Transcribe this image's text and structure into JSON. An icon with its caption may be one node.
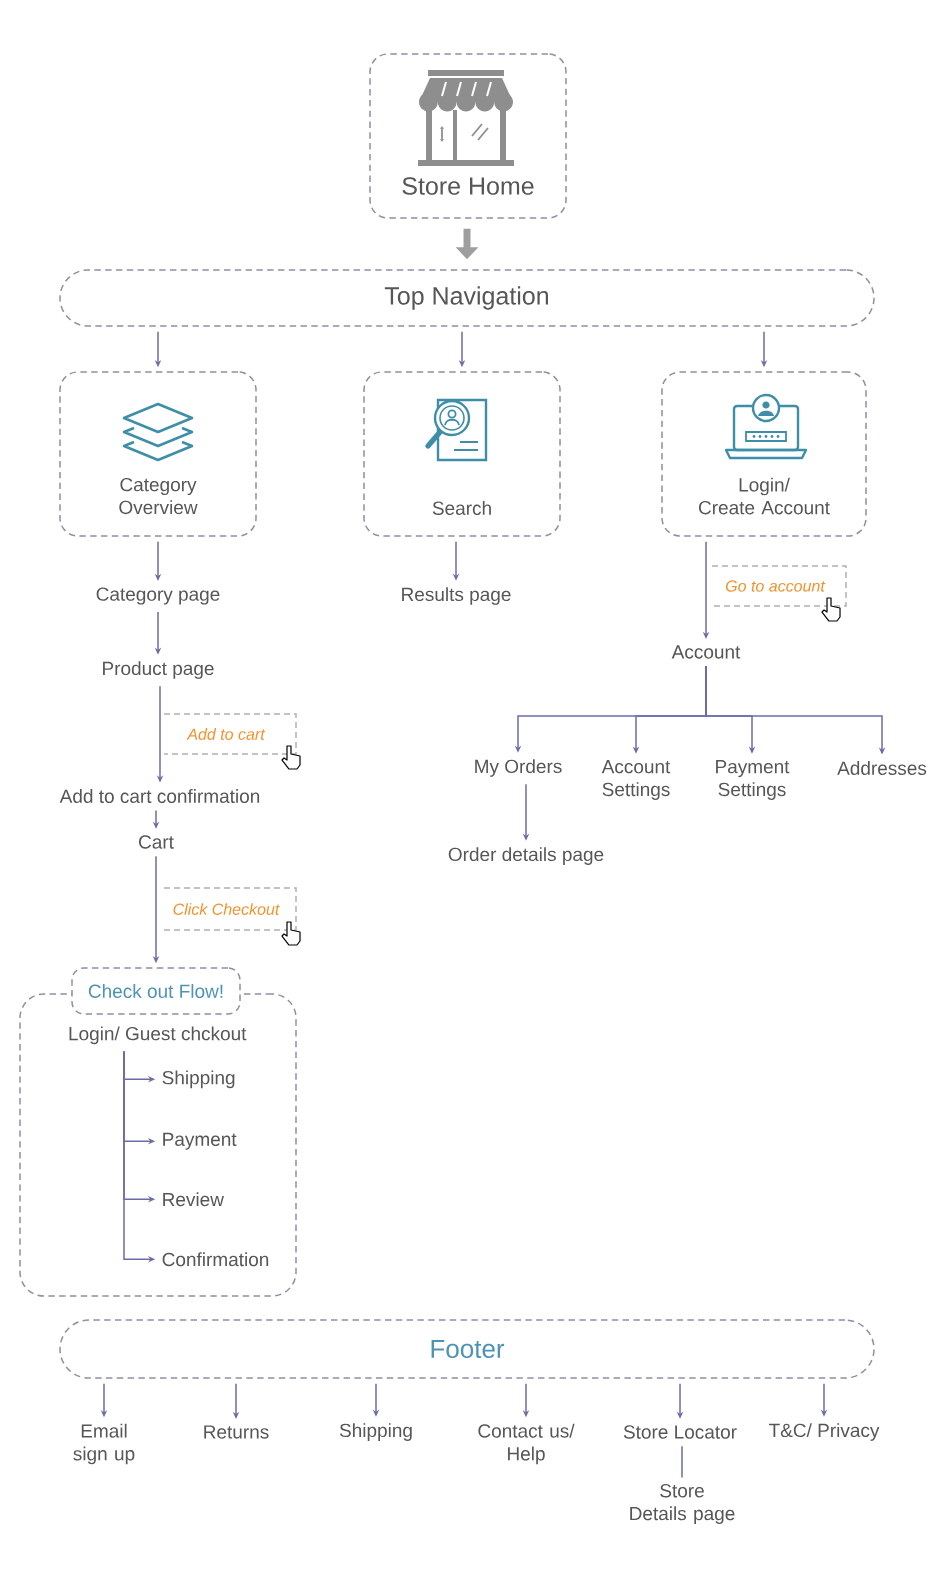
{
  "diagram": {
    "nodes": [
      {
        "text": [
          "Store Home"
        ]
      },
      {
        "text": [
          "Top Navigation"
        ]
      },
      {
        "text": [
          "Category Overview"
        ]
      },
      {
        "text": [
          "Search"
        ]
      },
      {
        "text": [
          "Login/ Create Account"
        ]
      },
      {
        "text": [
          "Category page"
        ]
      },
      {
        "text": [
          "Results page"
        ]
      },
      {
        "text": [
          "Go to account"
        ]
      },
      {
        "text": [
          "Product page"
        ]
      },
      {
        "text": [
          "Account"
        ]
      },
      {
        "text": [
          "Add to cart"
        ]
      },
      {
        "text": [
          "My Orders"
        ]
      },
      {
        "text": [
          "Account Settings"
        ]
      },
      {
        "text": [
          "Payment Settings"
        ]
      },
      {
        "text": [
          "Addresses"
        ]
      },
      {
        "text": [
          "Add to cart confirmation"
        ]
      },
      {
        "text": [
          "Order details page"
        ]
      },
      {
        "text": [
          "Cart"
        ]
      },
      {
        "text": [
          "Click Checkout"
        ]
      },
      {
        "text": [
          "Check out Flow!"
        ]
      },
      {
        "text": [
          "Login/ Guest chckout"
        ],
        "in": 19
      },
      {
        "text": [
          "Shipping"
        ],
        "in": 19
      },
      {
        "text": [
          "Payment"
        ],
        "in": 19
      },
      {
        "text": [
          "Review"
        ],
        "in": 19
      },
      {
        "text": [
          "Confirmation"
        ],
        "in": 19
      },
      {
        "text": [
          "Footer"
        ]
      },
      {
        "text": [
          "Email sign up"
        ]
      },
      {
        "text": [
          "Returns"
        ]
      },
      {
        "text": [
          "Shipping"
        ]
      },
      {
        "text": [
          "Contact us/ Help"
        ]
      },
      {
        "text": [
          "Store Locator"
        ]
      },
      {
        "text": [
          "T&C/ Privacy"
        ]
      },
      {
        "text": [
          "Store Details page"
        ]
      }
    ],
    "edges": [
      {
        "from": 0,
        "to": 1,
        "arrow": "to",
        "style": "thick",
        "color": "#9e9e9e"
      },
      {
        "from": 1,
        "to": 2,
        "arrow": "to"
      },
      {
        "from": 1,
        "to": 3,
        "arrow": "to"
      },
      {
        "from": 1,
        "to": 4,
        "arrow": "to"
      },
      {
        "from": 2,
        "to": 5,
        "arrow": "to"
      },
      {
        "from": 3,
        "to": 6,
        "arrow": "to"
      },
      {
        "from": 4,
        "to": 9,
        "arrow": "to"
      },
      {
        "from": 5,
        "to": 8,
        "arrow": "to"
      },
      {
        "from": 8,
        "to": 15,
        "arrow": "to"
      },
      {
        "from": 15,
        "to": 17,
        "arrow": "to"
      },
      {
        "from": 17,
        "to": 19,
        "arrow": "to"
      },
      {
        "from": 9,
        "to": 11,
        "arrow": "to"
      },
      {
        "from": 9,
        "to": 12,
        "arrow": "to"
      },
      {
        "from": 9,
        "to": 13,
        "arrow": "to"
      },
      {
        "from": 9,
        "to": 14,
        "arrow": "to"
      },
      {
        "from": 11,
        "to": 16,
        "arrow": "to"
      },
      {
        "from": 20,
        "to": 21,
        "arrow": "to"
      },
      {
        "from": 20,
        "to": 22,
        "arrow": "to"
      },
      {
        "from": 20,
        "to": 23,
        "arrow": "to"
      },
      {
        "from": 20,
        "to": 24,
        "arrow": "to"
      },
      {
        "from": 25,
        "to": 26,
        "arrow": "to"
      },
      {
        "from": 25,
        "to": 27,
        "arrow": "to"
      },
      {
        "from": 25,
        "to": 28,
        "arrow": "to"
      },
      {
        "from": 25,
        "to": 29,
        "arrow": "to"
      },
      {
        "from": 25,
        "to": 30,
        "arrow": "to"
      },
      {
        "from": 25,
        "to": 31,
        "arrow": "to"
      },
      {
        "from": 30,
        "to": 32,
        "arrow": "none"
      }
    ]
  }
}
